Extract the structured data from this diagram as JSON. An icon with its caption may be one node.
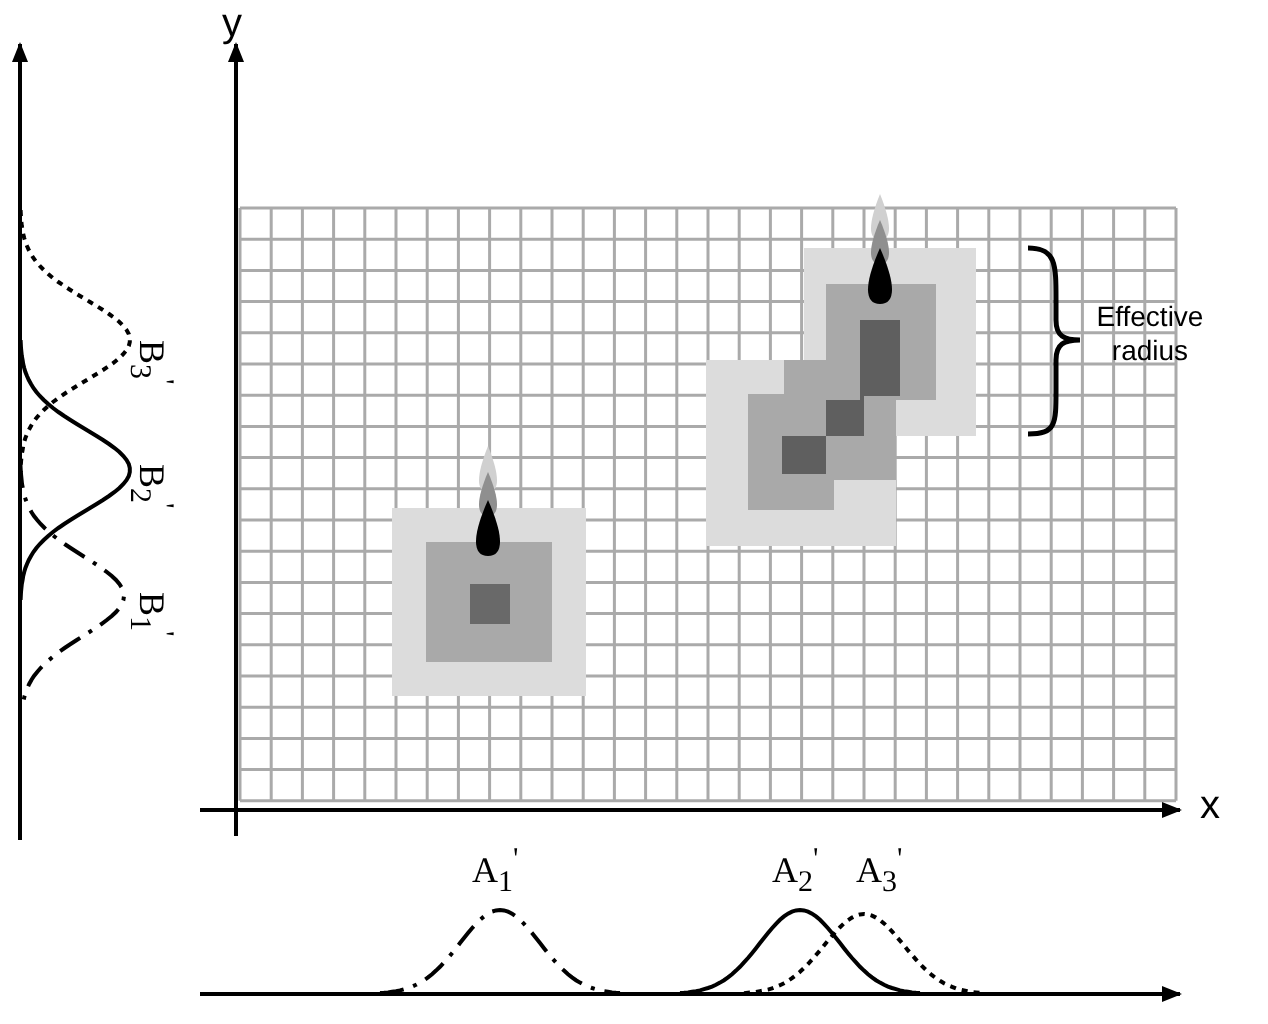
{
  "diagram": {
    "labels": [
      "y",
      "Effective radius",
      "B$_{3}$$^{'}$",
      "B$_{2}$$^{'}$",
      "B$_{1}$$^{'}$",
      "x",
      "A$_{1}$$^{'}$",
      "A$_{2}$$^{'}$",
      "A$_{3}$$^{'}$"
    ]
  }
}
